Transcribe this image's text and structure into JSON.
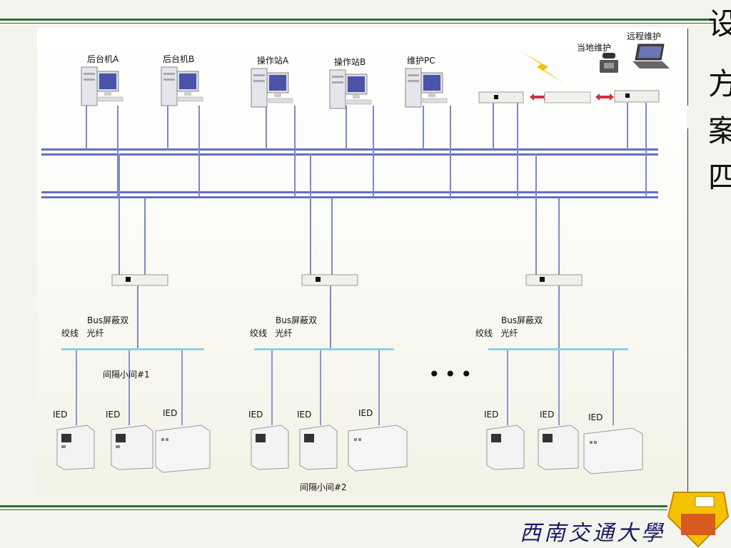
{
  "workstations": [
    {
      "label": "后台机A"
    },
    {
      "label": "后台机B"
    },
    {
      "label": "操作站A"
    },
    {
      "label": "操作站B"
    },
    {
      "label": "维护PC"
    }
  ],
  "remote": {
    "local_label": "当地维护",
    "remote_label": "远程维护"
  },
  "bays": [
    {
      "cable_label_1": "Bus屏蔽双",
      "cable_label_2": "绞线   光纤",
      "bay_label": "间隔小间#1",
      "ied_labels": [
        "IED",
        "IED",
        "IED"
      ]
    },
    {
      "cable_label_1": "Bus屏蔽双",
      "cable_label_2": "绞线   光纤",
      "bay_label": "间隔小间#2",
      "ied_labels": [
        "IED",
        "IED",
        "IED"
      ]
    },
    {
      "cable_label_1": "Bus屏蔽双",
      "cable_label_2": "绞线   光纤",
      "ied_labels": [
        "IED",
        "IED",
        "IED"
      ]
    }
  ],
  "ellipsis": "•••",
  "side_title": [
    "设",
    "方",
    "案",
    "四"
  ],
  "university_name": "西南交通大學",
  "colors": {
    "border": "#2f6f2f",
    "bus": "#6670bf",
    "field_bus": "#8fd0e8",
    "accent": "#f5c200"
  }
}
